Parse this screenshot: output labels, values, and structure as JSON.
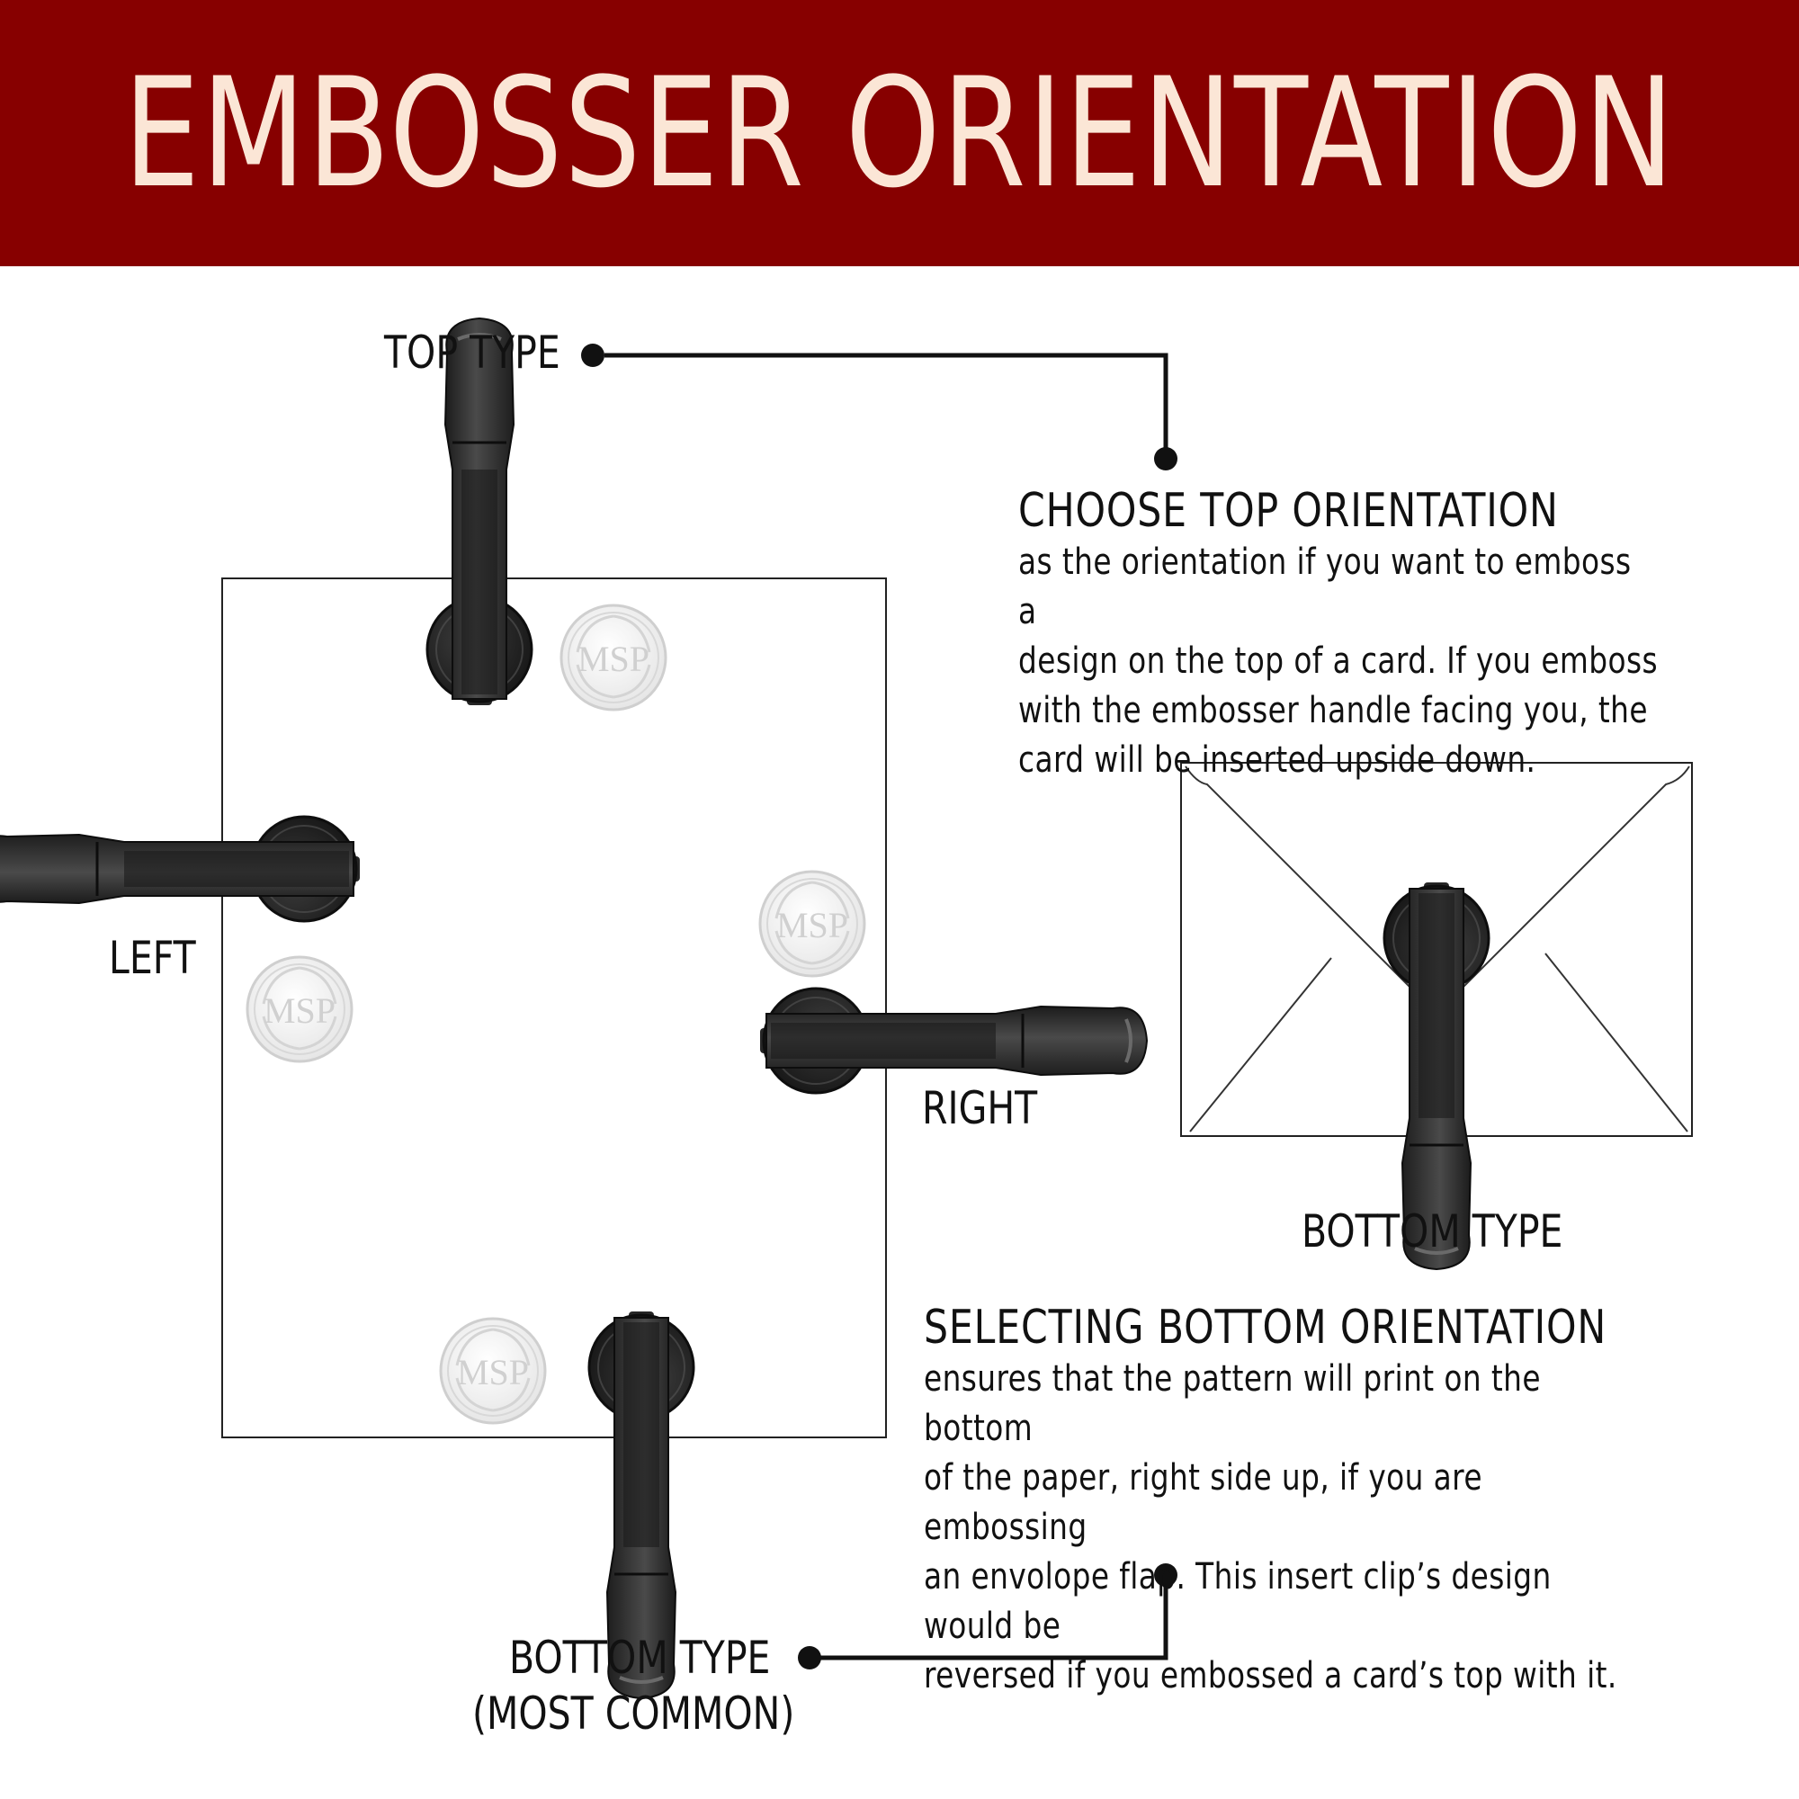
{
  "title": "EMBOSSER ORIENTATION",
  "labels": {
    "top_type": "TOP TYPE",
    "left": "LEFT",
    "right": "RIGHT",
    "bottom_type_envelope": "BOTTOM TYPE",
    "bottom_type_main": "BOTTOM TYPE",
    "bottom_type_note": "(MOST COMMON)"
  },
  "top_orientation": {
    "heading": "CHOOSE TOP ORIENTATION",
    "body": "as the orientation if you want to emboss a\ndesign on the top of a card. If you emboss\nwith the embosser handle facing you, the\ncard will be inserted upside down."
  },
  "bottom_orientation": {
    "heading": "SELECTING BOTTOM ORIENTATION",
    "body": "ensures that the pattern will print on the bottom\nof the paper, right side up, if you are embossing\nan envolope flap. This insert clip’s design would be\nreversed if you embossed a card’s top with it."
  },
  "seal_monogram": "MSP",
  "colors": {
    "banner": "#870000",
    "banner_text": "#fbe6d6",
    "embosser": "#2b2b2b",
    "line": "#111111"
  }
}
